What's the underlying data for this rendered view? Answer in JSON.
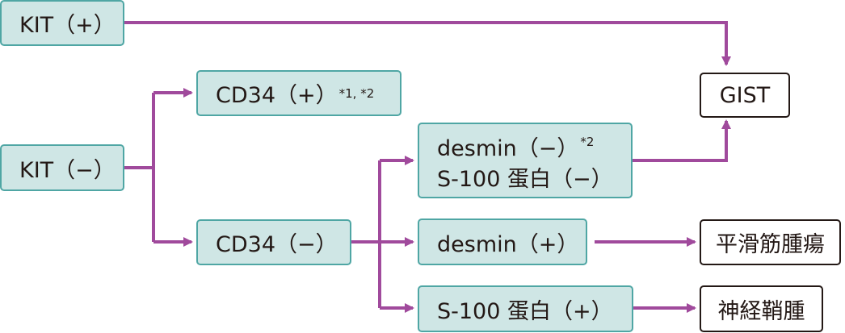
{
  "nodes": {
    "kit_pos": "KIT（+）",
    "kit_neg": "KIT（−）",
    "cd34_pos": "CD34（+）",
    "cd34_pos_note": "*1, *2",
    "cd34_neg": "CD34（−）",
    "desmin_neg": "desmin（−）",
    "desmin_neg_note": "*2",
    "s100_neg": "S-100 蛋白（−）",
    "desmin_pos": "desmin（+）",
    "s100_pos": "S-100 蛋白（+）",
    "gist": "GIST",
    "leiomyoma": "平滑筋腫瘍",
    "schwannoma": "神経鞘腫"
  },
  "colors": {
    "arrow": "#a04a9c",
    "box_fill": "#cfe6e5",
    "box_border": "#4fa6a4"
  }
}
